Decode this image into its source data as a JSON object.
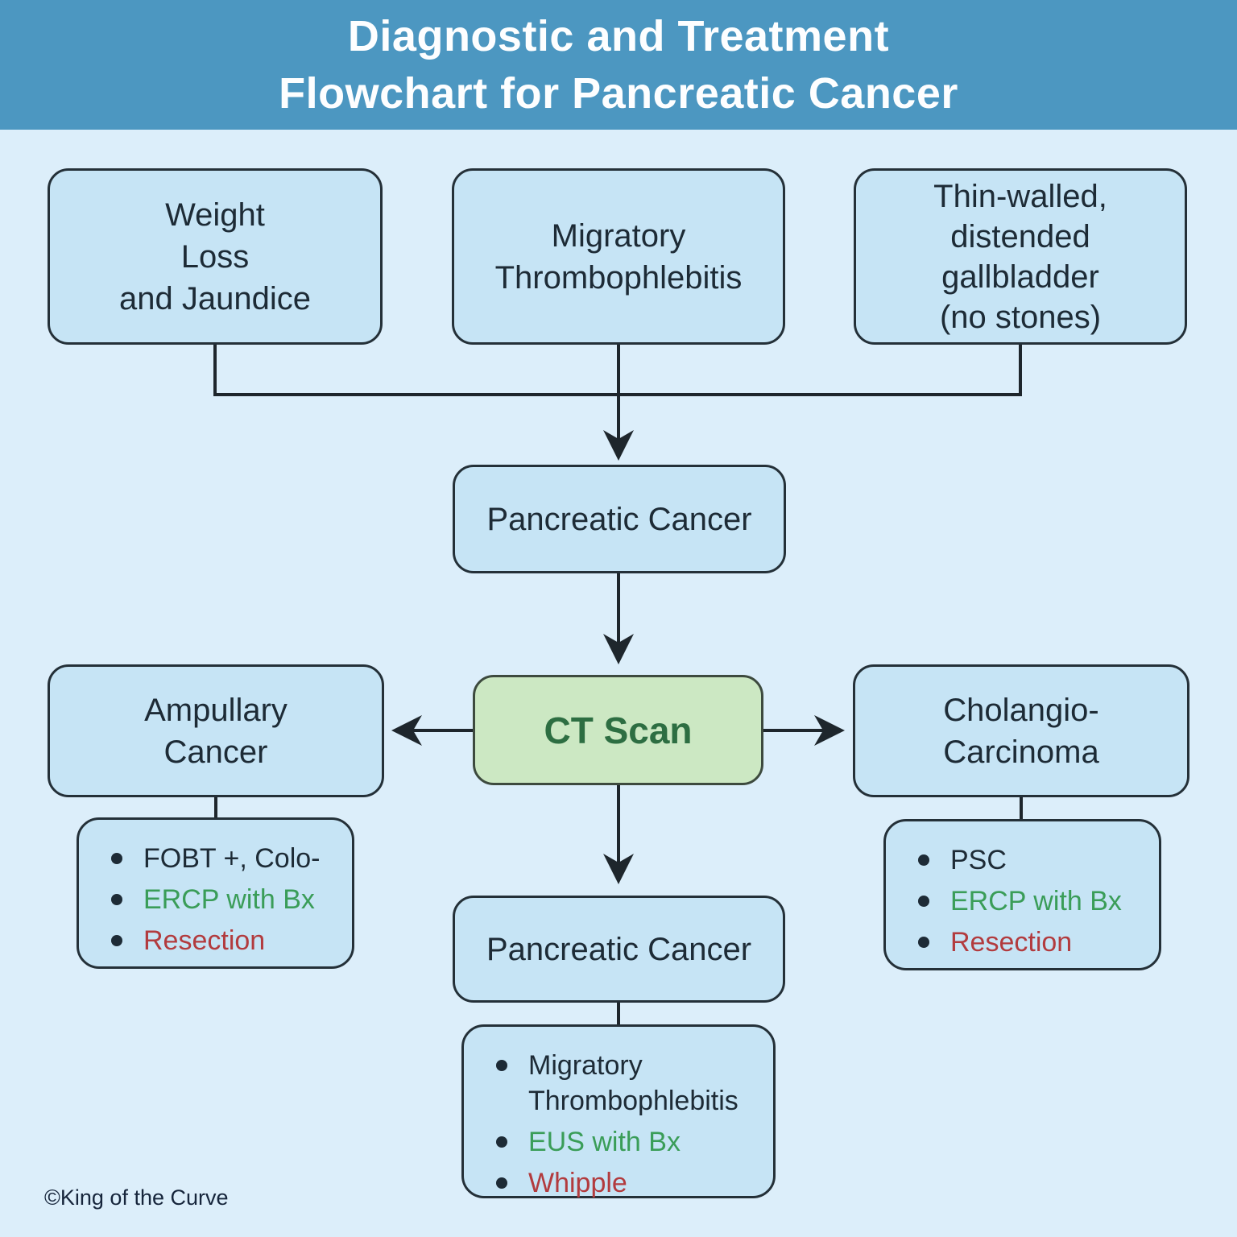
{
  "title": {
    "line1": "Diagnostic and Treatment",
    "line2": "Flowchart for Pancreatic Cancer"
  },
  "nodes": {
    "weight_loss": {
      "lines": [
        "Weight",
        "Loss",
        "and Jaundice"
      ]
    },
    "migratory": {
      "lines": [
        "Migratory",
        "Thrombophlebitis"
      ]
    },
    "gallbladder": {
      "lines": [
        "Thin-walled,",
        "distended",
        "gallbladder",
        "(no stones)"
      ]
    },
    "pancreatic_cancer_1": {
      "label": "Pancreatic Cancer"
    },
    "ct_scan": {
      "label": "CT Scan"
    },
    "ampullary": {
      "lines": [
        "Ampullary",
        "Cancer"
      ]
    },
    "cholangio": {
      "lines": [
        "Cholangio-",
        "Carcinoma"
      ]
    },
    "pancreatic_cancer_2": {
      "label": "Pancreatic Cancer"
    }
  },
  "bullets": {
    "ampullary": {
      "items": [
        {
          "text": "FOBT +, Colo-",
          "color": "#1d2b36"
        },
        {
          "text": "ERCP with Bx",
          "color": "#3a9d58"
        },
        {
          "text": "Resection",
          "color": "#b23b3e"
        }
      ]
    },
    "cholangio": {
      "items": [
        {
          "text": "PSC",
          "color": "#1d2b36"
        },
        {
          "text": "ERCP with Bx",
          "color": "#3a9d58"
        },
        {
          "text": "Resection",
          "color": "#b23b3e"
        }
      ]
    },
    "pancreatic": {
      "items": [
        {
          "text": "Migratory Thrombophlebitis",
          "color": "#1d2b36"
        },
        {
          "text": "EUS with Bx",
          "color": "#3a9d58"
        },
        {
          "text": "Whipple",
          "color": "#b23b3e"
        }
      ]
    }
  },
  "colors": {
    "header_bg": "#4c97c1",
    "background": "#dceefa",
    "node_fill": "#c6e4f5",
    "node_border": "#243038",
    "ct_fill": "#cce8c3",
    "ct_border": "#3d4a3e",
    "ct_text": "#2d6e42",
    "text_dark": "#1d2b36",
    "bullet_green": "#3a9d58",
    "bullet_red": "#b23b3e",
    "line": "#1e262c"
  },
  "footer": {
    "copyright": "©King of the Curve"
  }
}
